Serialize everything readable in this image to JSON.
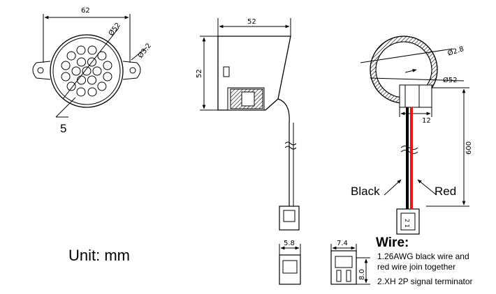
{
  "front_view": {
    "width_dim": "62",
    "diameter_dim": "Ø52",
    "hole_dim": "Ø3.2",
    "leader_label": "5"
  },
  "side_view": {
    "width_dim": "52",
    "height_dim": "52"
  },
  "rear_view": {
    "hole_dim": "Ø2.8",
    "diameter_dim": "Ø52",
    "block_dim": "12",
    "length_dim": "600",
    "black_label": "Black",
    "red_label": "Red",
    "pin_label": "2 1"
  },
  "connector": {
    "width_dim_a": "5.8",
    "width_dim_b": "7.4",
    "height_dim": "8.0"
  },
  "unit_label": "Unit: mm",
  "wire_notes": {
    "heading": "Wire:",
    "line1": "1.26AWG black wire and",
    "line2": "red wire join together",
    "line3": "2.XH 2P signal terminator"
  },
  "colors": {
    "red_wire": "#e8151b",
    "stroke": "#000000"
  }
}
